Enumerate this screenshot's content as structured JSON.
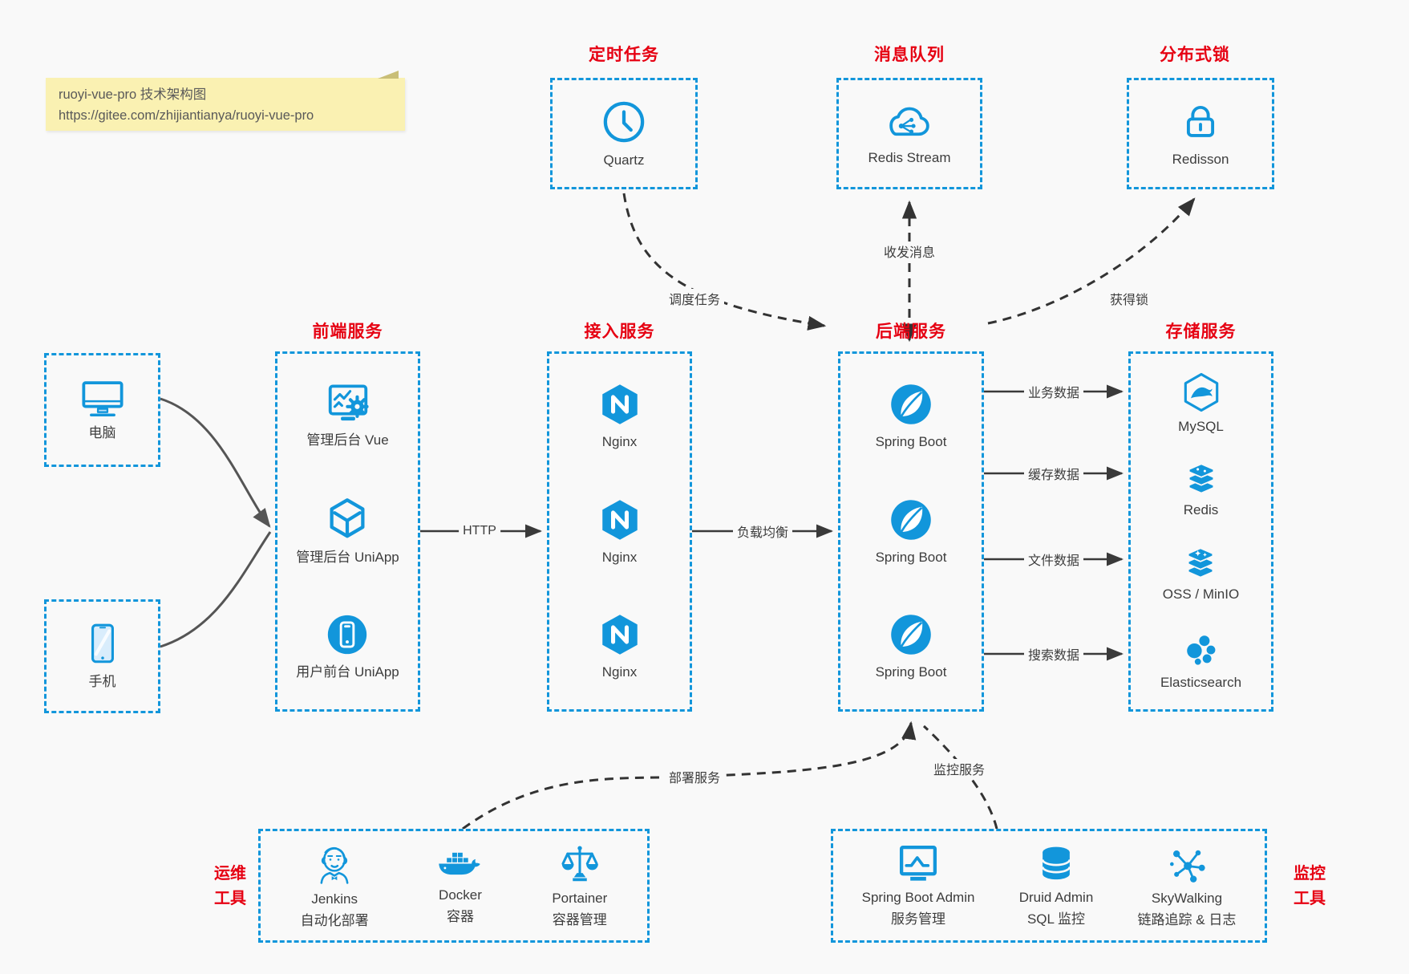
{
  "colors": {
    "blue": "#1296DB",
    "red": "#E60012",
    "note_bg": "#FAF1B2"
  },
  "note": {
    "line1": "ruoyi-vue-pro 技术架构图",
    "line2": "https://gitee.com/zhijiantianya/ruoyi-vue-pro"
  },
  "top": {
    "scheduler": {
      "title": "定时任务",
      "item": "Quartz",
      "icon": "clock-icon"
    },
    "mq": {
      "title": "消息队列",
      "item": "Redis Stream",
      "icon": "cloud-stream-icon"
    },
    "lock": {
      "title": "分布式锁",
      "item": "Redisson",
      "icon": "lock-icon"
    }
  },
  "clients": {
    "pc": "电脑",
    "mobile": "手机"
  },
  "frontend": {
    "title": "前端服务",
    "items": [
      {
        "label": "管理后台 Vue",
        "icon": "admin-vue-icon"
      },
      {
        "label": "管理后台 UniApp",
        "icon": "cube-icon"
      },
      {
        "label": "用户前台 UniApp",
        "icon": "user-app-icon"
      }
    ]
  },
  "gateway": {
    "title": "接入服务",
    "items": [
      {
        "label": "Nginx",
        "icon": "nginx-icon"
      },
      {
        "label": "Nginx",
        "icon": "nginx-icon"
      },
      {
        "label": "Nginx",
        "icon": "nginx-icon"
      }
    ]
  },
  "backend": {
    "title": "后端服务",
    "items": [
      {
        "label": "Spring Boot",
        "icon": "spring-icon"
      },
      {
        "label": "Spring Boot",
        "icon": "spring-icon"
      },
      {
        "label": "Spring Boot",
        "icon": "spring-icon"
      }
    ]
  },
  "storage": {
    "title": "存储服务",
    "items": [
      {
        "label": "MySQL",
        "icon": "mysql-icon"
      },
      {
        "label": "Redis",
        "icon": "redis-icon"
      },
      {
        "label": "OSS / MinIO",
        "icon": "oss-icon"
      },
      {
        "label": "Elasticsearch",
        "icon": "elasticsearch-icon"
      }
    ]
  },
  "edges": {
    "http": "HTTP",
    "load_balance": "负载均衡",
    "business_data": "业务数据",
    "cache_data": "缓存数据",
    "file_data": "文件数据",
    "search_data": "搜索数据",
    "schedule_task": "调度任务",
    "send_receive_msg": "收发消息",
    "acquire_lock": "获得锁",
    "deploy_service": "部署服务",
    "monitor_service": "监控服务"
  },
  "ops": {
    "title_line1": "运维",
    "title_line2": "工具",
    "items": [
      {
        "name": "Jenkins",
        "desc": "自动化部署",
        "icon": "jenkins-icon"
      },
      {
        "name": "Docker",
        "desc": "容器",
        "icon": "docker-icon"
      },
      {
        "name": "Portainer",
        "desc": "容器管理",
        "icon": "portainer-icon"
      }
    ]
  },
  "monitoring": {
    "title_line1": "监控",
    "title_line2": "工具",
    "items": [
      {
        "name": "Spring Boot Admin",
        "desc": "服务管理",
        "icon": "admin-monitor-icon"
      },
      {
        "name": "Druid Admin",
        "desc": "SQL 监控",
        "icon": "database-icon"
      },
      {
        "name": "SkyWalking",
        "desc": "链路追踪 & 日志",
        "icon": "topology-icon"
      }
    ]
  }
}
